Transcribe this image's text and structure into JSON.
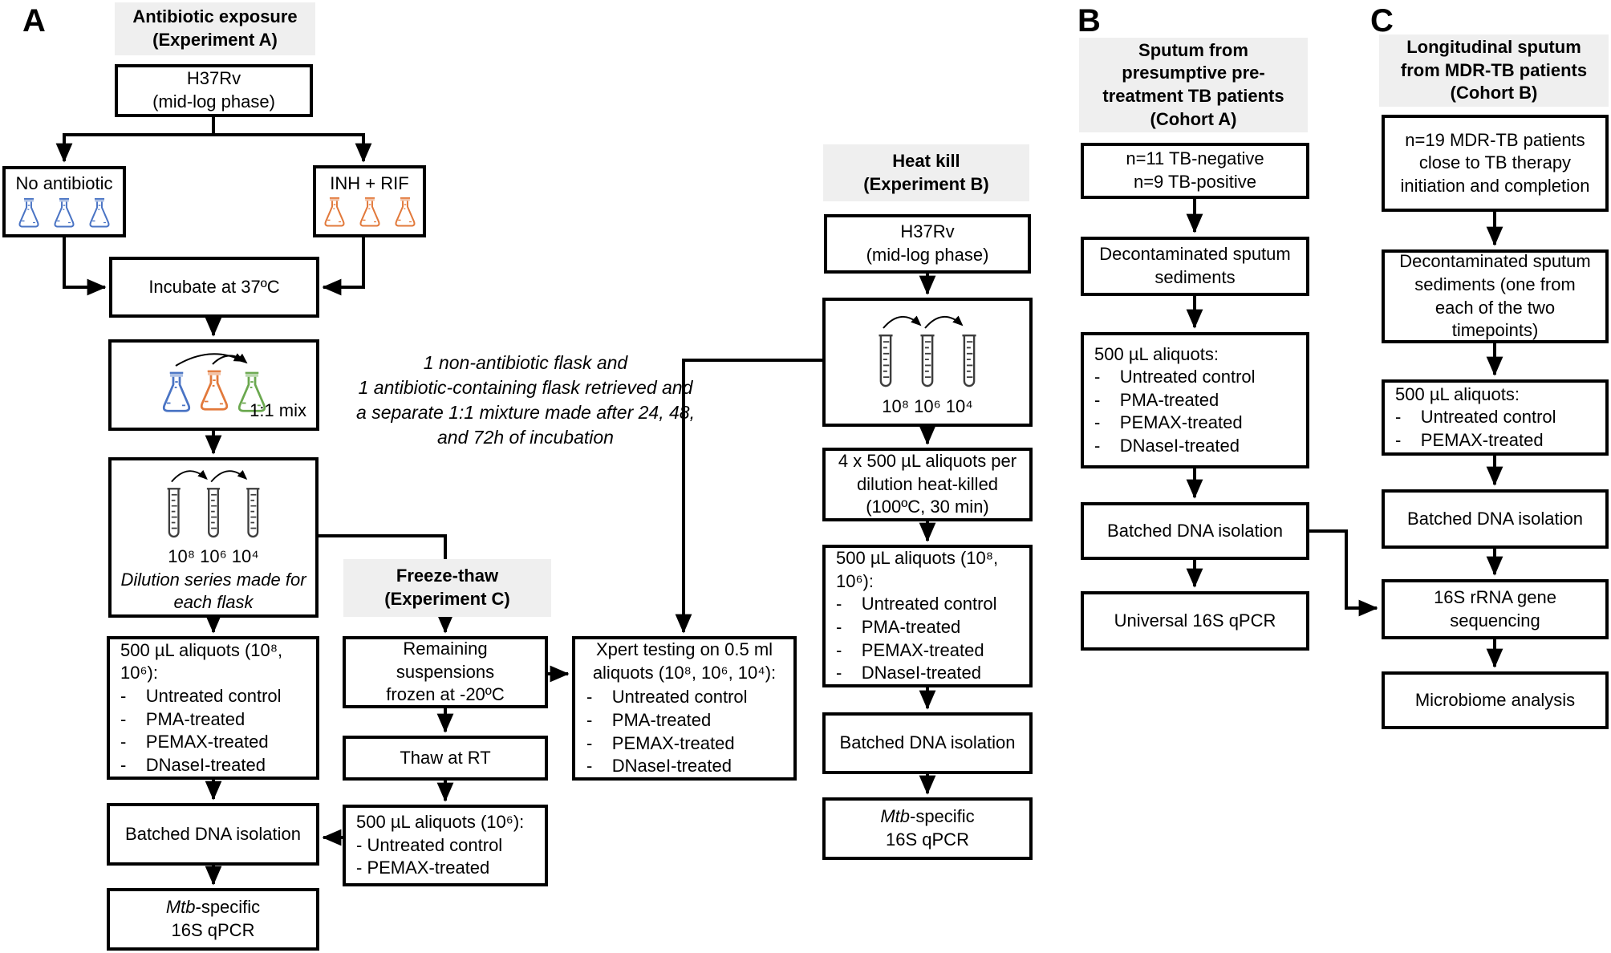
{
  "colors": {
    "header_bg": "#efefef",
    "box_border": "#000000",
    "line": "#000000",
    "flask_blue": "#4a74c4",
    "flask_orange": "#e2793b",
    "flask_green": "#6ba84f",
    "tube_gray": "#3d3d3d"
  },
  "icons": {
    "flask": "erlenmeyer-flask",
    "tube": "test-tube-with-graduations",
    "transfer": "curved-transfer-arrow"
  },
  "panel_a": {
    "label": "A",
    "header": "Antibiotic exposure\n(Experiment A)",
    "h37rv": "H37Rv\n(mid-log phase)",
    "no_antibiotic": "No antibiotic",
    "inh_rif": "INH + RIF",
    "incubate": "Incubate at 37ºC",
    "mix_label": "1:1 mix",
    "mix_note": "1 non-antibiotic flask and\n1 antibiotic-containing flask retrieved and\na separate 1:1 mixture made after 24, 48,\nand 72h of incubation",
    "dilution_scale": "10⁸ 10⁶ 10⁴",
    "dilution_caption": "Dilution series made for\neach flask",
    "aliquots": "500 µL aliquots (10⁸,\n10⁶):\n-    Untreated control\n-    PMA-treated\n-    PEMAX-treated\n-    DNaseI-treated",
    "batched": "Batched DNA isolation",
    "mtb_italic": "Mtb",
    "mtb_rest": "-specific\n16S qPCR"
  },
  "freeze_thaw": {
    "header": "Freeze-thaw\n(Experiment C)",
    "remaining": "Remaining\nsuspensions\nfrozen at -20ºC",
    "thaw": "Thaw at RT",
    "aliquots": "500 µL aliquots (10⁶):\n- Untreated control\n- PEMAX-treated"
  },
  "xpert": {
    "heading": "Xpert testing on 0.5 ml\naliquots (10⁸, 10⁶, 10⁴):",
    "list": "-    Untreated control\n-    PMA-treated\n-    PEMAX-treated\n-    DNaseI-treated"
  },
  "heat_kill": {
    "header": "Heat kill\n(Experiment B)",
    "h37rv": "H37Rv\n(mid-log phase)",
    "dilution_scale": "10⁸ 10⁶ 10⁴",
    "heat_killed": "4 x 500 µL aliquots per\ndilution heat-killed\n(100ºC, 30 min)",
    "aliquots": "500 µL aliquots (10⁸,\n10⁶):\n-    Untreated control\n-    PMA-treated\n-    PEMAX-treated\n-    DNaseI-treated",
    "batched": "Batched DNA isolation",
    "mtb_italic": "Mtb",
    "mtb_rest": "-specific\n16S qPCR"
  },
  "panel_b": {
    "label": "B",
    "header": "Sputum from\npresumptive pre-\ntreatment TB patients\n(Cohort A)",
    "counts": "n=11 TB-negative\nn=9 TB-positive",
    "decontaminated": "Decontaminated sputum\nsediments",
    "aliquots": "500 µL aliquots:\n-    Untreated control\n-    PMA-treated\n-    PEMAX-treated\n-    DNaseI-treated",
    "batched": "Batched DNA isolation",
    "universal": "Universal 16S qPCR"
  },
  "panel_c": {
    "label": "C",
    "header": "Longitudinal sputum\nfrom MDR-TB patients\n(Cohort B)",
    "patients": "n=19 MDR-TB patients\nclose to TB therapy\ninitiation and completion",
    "decontaminated": "Decontaminated sputum\nsediments (one from\neach of the two\ntimepoints)",
    "aliquots": "500 µL aliquots:\n-    Untreated control\n-    PEMAX-treated",
    "batched": "Batched DNA isolation",
    "sequencing": "16S rRNA gene\nsequencing",
    "microbiome": "Microbiome analysis"
  }
}
